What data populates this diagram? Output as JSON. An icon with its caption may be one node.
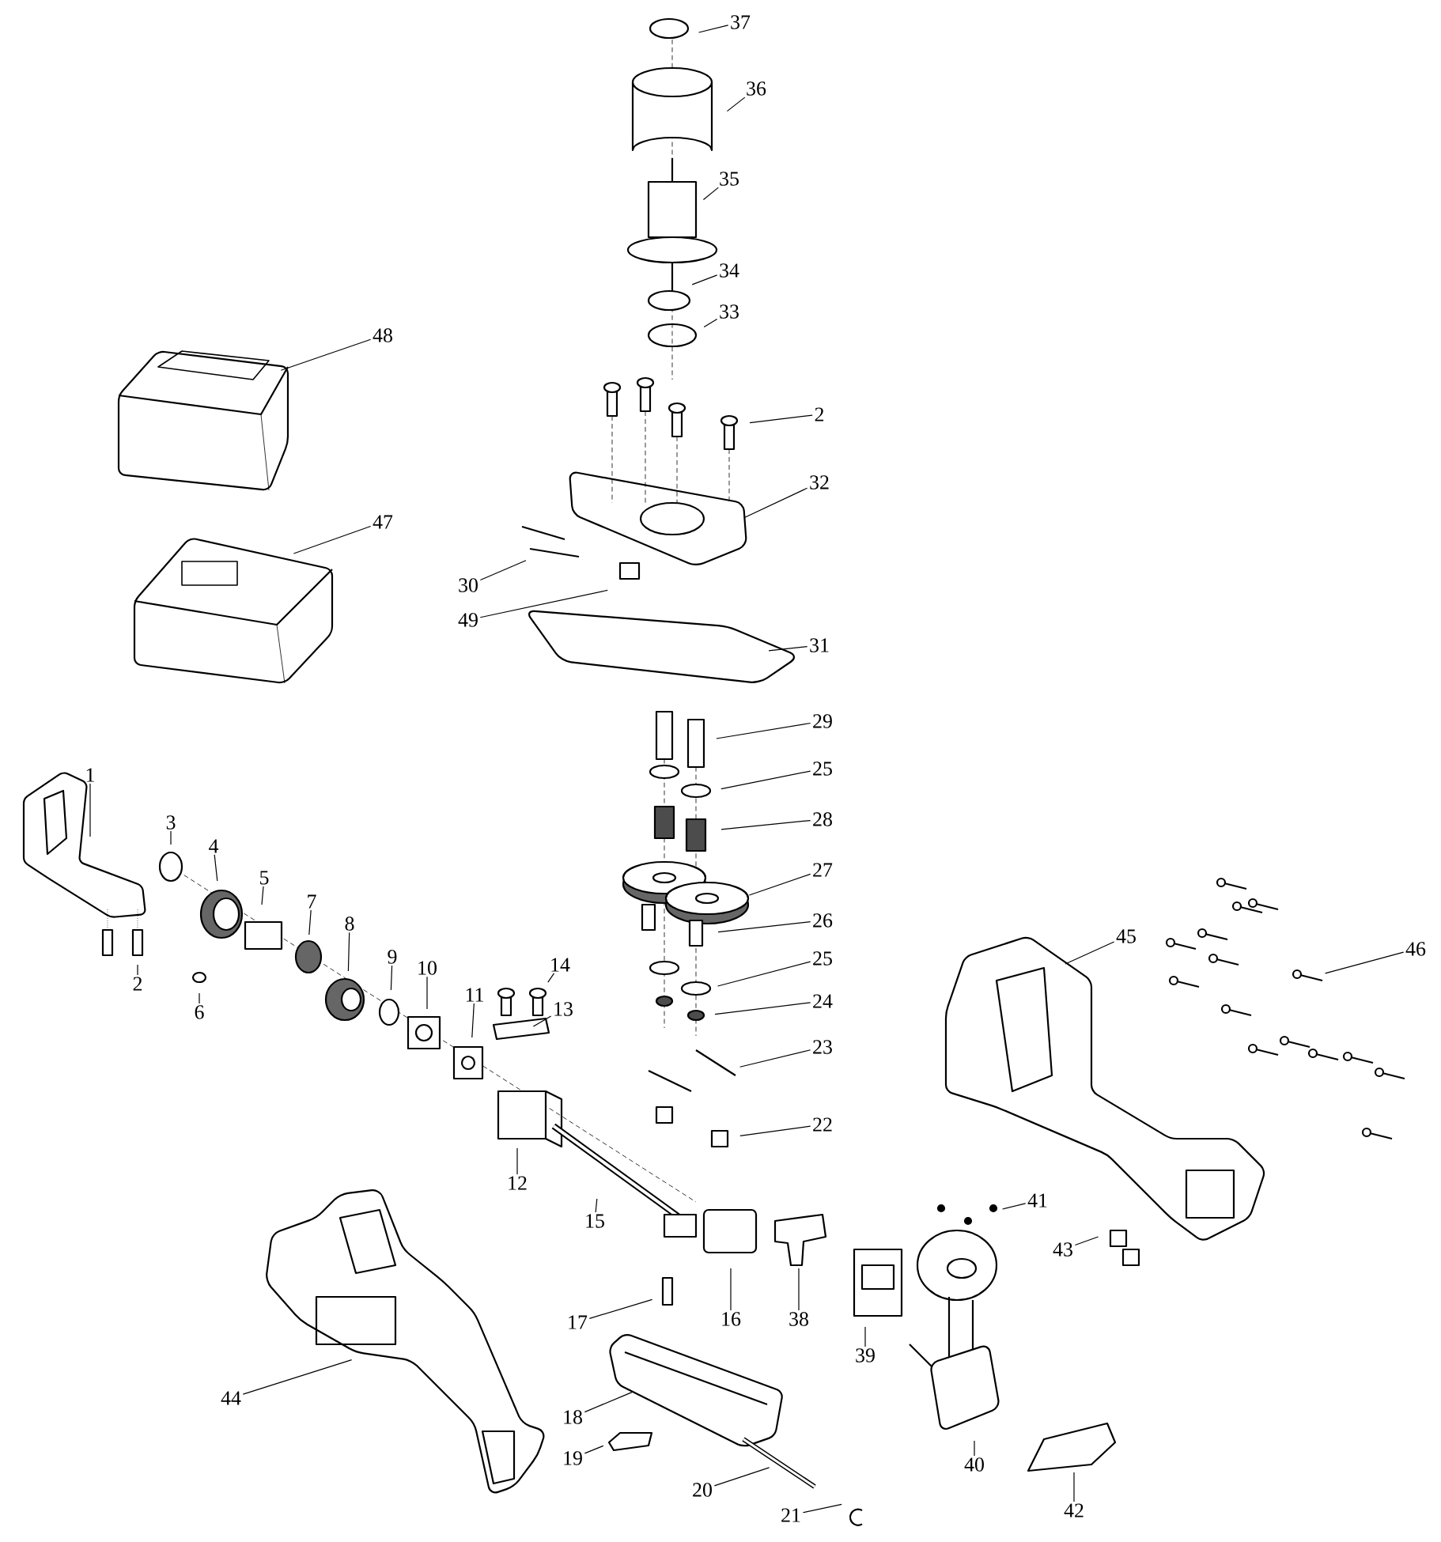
{
  "diagram": {
    "nodes": [
      {
        "text": [
          "37"
        ]
      },
      {
        "text": [
          "36"
        ]
      },
      {
        "text": [
          "35"
        ]
      },
      {
        "text": [
          "34"
        ]
      },
      {
        "text": [
          "33"
        ]
      },
      {
        "text": [
          "48"
        ]
      },
      {
        "text": [
          "2"
        ]
      },
      {
        "text": [
          "32"
        ]
      },
      {
        "text": [
          "47"
        ]
      },
      {
        "text": [
          "30"
        ]
      },
      {
        "text": [
          "49"
        ]
      },
      {
        "text": [
          "31"
        ]
      },
      {
        "text": [
          "29"
        ]
      },
      {
        "text": [
          "25"
        ]
      },
      {
        "text": [
          "1"
        ]
      },
      {
        "text": [
          "28"
        ]
      },
      {
        "text": [
          "3"
        ]
      },
      {
        "text": [
          "4"
        ]
      },
      {
        "text": [
          "27"
        ]
      },
      {
        "text": [
          "5"
        ]
      },
      {
        "text": [
          "7"
        ]
      },
      {
        "text": [
          "26"
        ]
      },
      {
        "text": [
          "8"
        ]
      },
      {
        "text": [
          "46"
        ]
      },
      {
        "text": [
          "25"
        ]
      },
      {
        "text": [
          "9"
        ]
      },
      {
        "text": [
          "2"
        ]
      },
      {
        "text": [
          "45"
        ]
      },
      {
        "text": [
          "14"
        ]
      },
      {
        "text": [
          "10"
        ]
      },
      {
        "text": [
          "6"
        ]
      },
      {
        "text": [
          "24"
        ]
      },
      {
        "text": [
          "11"
        ]
      },
      {
        "text": [
          "13"
        ]
      },
      {
        "text": [
          "23"
        ]
      },
      {
        "text": [
          "22"
        ]
      },
      {
        "text": [
          "12"
        ]
      },
      {
        "text": [
          "41"
        ]
      },
      {
        "text": [
          "15"
        ]
      },
      {
        "text": [
          "43"
        ]
      },
      {
        "text": [
          "16"
        ]
      },
      {
        "text": [
          "38"
        ]
      },
      {
        "text": [
          "39"
        ]
      },
      {
        "text": [
          "17"
        ]
      },
      {
        "text": [
          "44"
        ]
      },
      {
        "text": [
          "18"
        ]
      },
      {
        "text": [
          "40"
        ]
      },
      {
        "text": [
          "19"
        ]
      },
      {
        "text": [
          "20"
        ]
      },
      {
        "text": [
          "42"
        ]
      },
      {
        "text": [
          "21"
        ]
      }
    ],
    "edges": [
      {
        "from": 0,
        "to": null,
        "arrow": "none"
      },
      {
        "from": 1,
        "to": null,
        "arrow": "none"
      },
      {
        "from": 2,
        "to": null,
        "arrow": "none"
      },
      {
        "from": 3,
        "to": null,
        "arrow": "none"
      },
      {
        "from": 4,
        "to": null,
        "arrow": "none"
      },
      {
        "from": 5,
        "to": null,
        "arrow": "none"
      },
      {
        "from": 6,
        "to": null,
        "arrow": "none"
      },
      {
        "from": 7,
        "to": null,
        "arrow": "none"
      },
      {
        "from": 8,
        "to": null,
        "arrow": "none"
      },
      {
        "from": 9,
        "to": null,
        "arrow": "none"
      },
      {
        "from": 10,
        "to": null,
        "arrow": "none"
      },
      {
        "from": 11,
        "to": null,
        "arrow": "none"
      },
      {
        "from": 12,
        "to": null,
        "arrow": "none"
      },
      {
        "from": 13,
        "to": null,
        "arrow": "none"
      },
      {
        "from": 14,
        "to": null,
        "arrow": "none"
      },
      {
        "from": 15,
        "to": null,
        "arrow": "none"
      },
      {
        "from": 16,
        "to": null,
        "arrow": "none"
      },
      {
        "from": 17,
        "to": null,
        "arrow": "none"
      },
      {
        "from": 18,
        "to": null,
        "arrow": "none"
      },
      {
        "from": 19,
        "to": null,
        "arrow": "none"
      },
      {
        "from": 20,
        "to": null,
        "arrow": "none"
      },
      {
        "from": 21,
        "to": null,
        "arrow": "none"
      },
      {
        "from": 22,
        "to": null,
        "arrow": "none"
      },
      {
        "from": 23,
        "to": null,
        "arrow": "none"
      },
      {
        "from": 24,
        "to": null,
        "arrow": "none"
      },
      {
        "from": 25,
        "to": null,
        "arrow": "none"
      },
      {
        "from": 26,
        "to": null,
        "arrow": "none"
      },
      {
        "from": 27,
        "to": null,
        "arrow": "none"
      },
      {
        "from": 28,
        "to": null,
        "arrow": "none"
      },
      {
        "from": 29,
        "to": null,
        "arrow": "none"
      },
      {
        "from": 30,
        "to": null,
        "arrow": "none"
      },
      {
        "from": 31,
        "to": null,
        "arrow": "none"
      },
      {
        "from": 32,
        "to": null,
        "arrow": "none"
      },
      {
        "from": 33,
        "to": null,
        "arrow": "none"
      },
      {
        "from": 34,
        "to": null,
        "arrow": "none"
      },
      {
        "from": 35,
        "to": null,
        "arrow": "none"
      },
      {
        "from": 36,
        "to": null,
        "arrow": "none"
      },
      {
        "from": 37,
        "to": null,
        "arrow": "none"
      },
      {
        "from": 38,
        "to": null,
        "arrow": "none"
      },
      {
        "from": 39,
        "to": null,
        "arrow": "none"
      },
      {
        "from": 40,
        "to": null,
        "arrow": "none"
      },
      {
        "from": 41,
        "to": null,
        "arrow": "none"
      },
      {
        "from": 42,
        "to": null,
        "arrow": "none"
      },
      {
        "from": 43,
        "to": null,
        "arrow": "none"
      },
      {
        "from": 44,
        "to": null,
        "arrow": "none"
      },
      {
        "from": 45,
        "to": null,
        "arrow": "none"
      },
      {
        "from": 46,
        "to": null,
        "arrow": "none"
      },
      {
        "from": 47,
        "to": null,
        "arrow": "none"
      },
      {
        "from": 48,
        "to": null,
        "arrow": "none"
      },
      {
        "from": 49,
        "to": null,
        "arrow": "none"
      },
      {
        "from": 50,
        "to": null,
        "arrow": "none"
      }
    ]
  }
}
